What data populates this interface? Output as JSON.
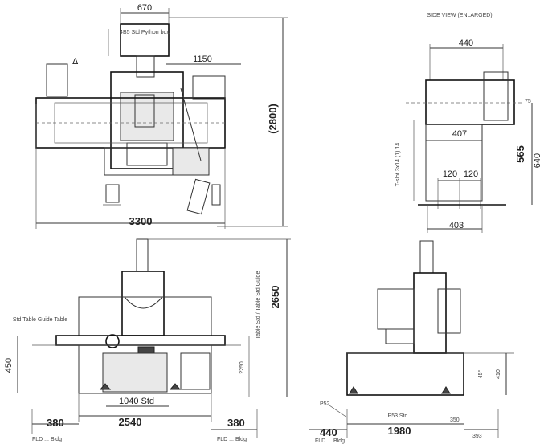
{
  "sheet": {
    "top_view": {
      "d_panel_width": "670",
      "control_box_label": "4B5 Std Python box",
      "d_arm": "1150",
      "d_overall_width": "3300",
      "d_overall_depth": "(2800)",
      "marker_symbol": "Δ"
    },
    "side_view_top": {
      "header": "SIDE VIEW (ENLARGED)",
      "d_top_width": "440",
      "d_mid_width": "407",
      "d_slot_a": "120",
      "d_slot_b": "120",
      "d_base_width": "403",
      "d_height": "565",
      "d_height_b": "640",
      "d_small": "75",
      "vertical_note": "T-slot 3x14 (1) 14"
    },
    "front_view": {
      "d_height": "2650",
      "d_height_b": "2250",
      "d_table": "1040 Std",
      "d_base": "2540",
      "d_left": "380",
      "d_right": "380",
      "d_left_h": "450",
      "vertical_label": "Table Std / Table Std Guide",
      "left_note": "Std Table Guide Table",
      "foot_left": "FLD ... Bldg",
      "foot_right": "FLD ... Bldg"
    },
    "side_view_bottom": {
      "d_left": "440",
      "d_base": "1980",
      "d_foot": "350",
      "d_right": "393",
      "d_p": "P52",
      "d_p2": "P53 Std",
      "d_height": "410",
      "d_angle": "45°",
      "foot_left": "FLD ... Bldg"
    }
  }
}
